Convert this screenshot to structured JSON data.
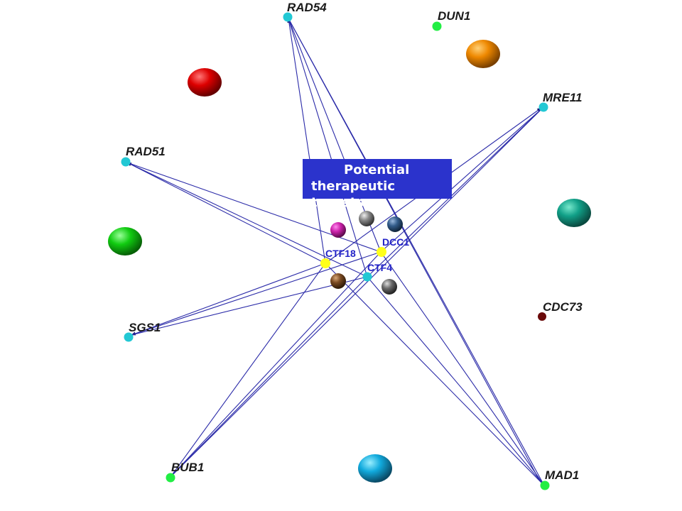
{
  "colors": {
    "edge": "#2a2aa8",
    "hub": "#ffff1a",
    "cyan_node": "#22c8d4",
    "green_node": "#22ee44",
    "cdc73_node": "#6a0a0a",
    "callout_bg": "#2b33cc"
  },
  "callout": {
    "line1": "Potential",
    "line2": "therapeutic targets"
  },
  "nodes": {
    "rad54": "RAD54",
    "dun1": "DUN1",
    "mre11": "MRE11",
    "rad51": "RAD51",
    "sgs1": "SGS1",
    "bub1": "BUB1",
    "mad1": "MAD1",
    "cdc73": "CDC73",
    "ctf18": "CTF18",
    "dcc1": "DCC1",
    "ctf4": "CTF4"
  },
  "decorative_spheres": [
    {
      "id": "red",
      "color": "#dd0000"
    },
    {
      "id": "orange",
      "color": "#ee8800"
    },
    {
      "id": "teal",
      "color": "#11a088"
    },
    {
      "id": "green",
      "color": "#11cc11"
    },
    {
      "id": "sky",
      "color": "#11aadd"
    },
    {
      "id": "magenta",
      "color": "#cc22aa"
    },
    {
      "id": "gray1",
      "color": "#888888"
    },
    {
      "id": "navy",
      "color": "#335c8a"
    },
    {
      "id": "brown",
      "color": "#7a4a22"
    },
    {
      "id": "gray2",
      "color": "#6a6a6a"
    }
  ]
}
